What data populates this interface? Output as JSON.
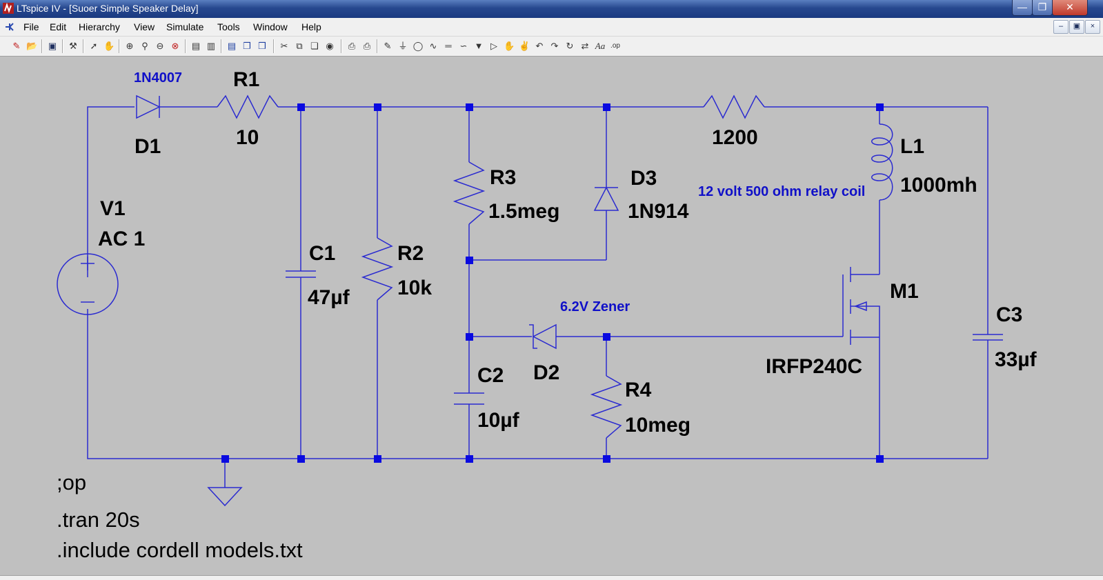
{
  "window": {
    "title": "LTspice IV - [Suoer Simple Speaker Delay]"
  },
  "menu": [
    "File",
    "Edit",
    "Hierarchy",
    "View",
    "Simulate",
    "Tools",
    "Window",
    "Help"
  ],
  "toolbar_icons": [
    "new-schematic-icon",
    "open-icon",
    "save-icon",
    "control-panel-icon",
    "run-icon",
    "halt-icon",
    "zoom-in-icon",
    "zoom-pan-icon",
    "zoom-out-icon",
    "zoom-fit-icon",
    "autorange-icon",
    "tile-horizontal-icon",
    "tile-vertical-icon",
    "cascade-icon",
    "close-all-icon",
    "cut-icon",
    "copy-icon",
    "paste-icon",
    "find-icon",
    "print-setup-icon",
    "print-icon",
    "wire-icon",
    "ground-icon",
    "label-net-icon",
    "resistor-icon",
    "capacitor-icon",
    "inductor-icon",
    "diode-icon",
    "component-icon",
    "move-icon",
    "drag-icon",
    "undo-icon",
    "redo-icon",
    "rotate-icon",
    "mirror-icon",
    "text-icon",
    "spice-directive-icon"
  ],
  "schematic": {
    "diode_d1": {
      "name": "D1",
      "model": "1N4007"
    },
    "resistor_r1": {
      "name": "R1",
      "value": "10"
    },
    "resistor_unnamed": {
      "value": "1200"
    },
    "inductor_l1": {
      "name": "L1",
      "value": "1000mh"
    },
    "relay_comment": "12 volt 500 ohm relay coil",
    "source_v1": {
      "name": "V1",
      "value": "AC 1"
    },
    "capacitor_c1": {
      "name": "C1",
      "value": "47µf"
    },
    "resistor_r2": {
      "name": "R2",
      "value": "10k"
    },
    "resistor_r3": {
      "name": "R3",
      "value": "1.5meg"
    },
    "diode_d3": {
      "name": "D3",
      "value": "1N914"
    },
    "mosfet_m1": {
      "name": "M1",
      "value": "IRFP240C"
    },
    "capacitor_c3": {
      "name": "C3",
      "value": "33µf"
    },
    "zener_comment": "6.2V Zener",
    "diode_d2": {
      "name": "D2"
    },
    "capacitor_c2": {
      "name": "C2",
      "value": "10µf"
    },
    "resistor_r4": {
      "name": "R4",
      "value": "10meg"
    },
    "directives": [
      ";op",
      ".tran 20s",
      ".include cordell models.txt"
    ]
  },
  "colors": {
    "wire": "#2a2ad0",
    "junction": "#0a0ae0",
    "background": "#c0c0c0",
    "comment": "#1010c8"
  }
}
